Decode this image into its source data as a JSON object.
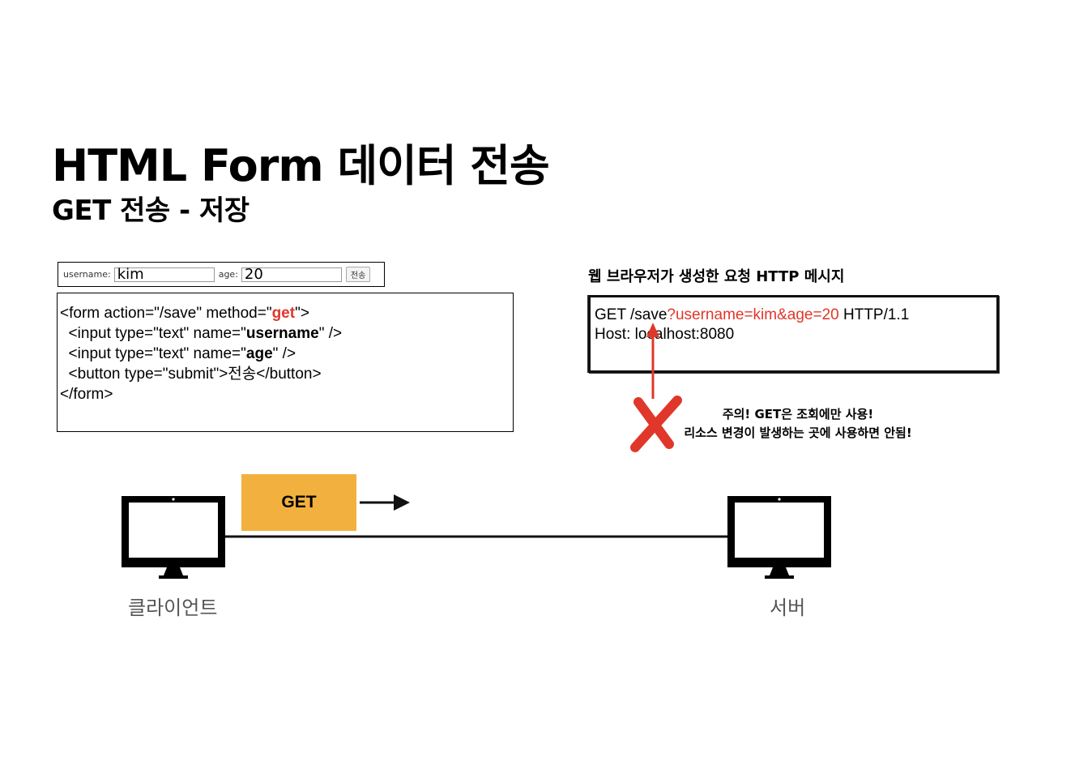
{
  "header": {
    "title": "HTML Form 데이터 전송",
    "subtitle": "GET 전송 - 저장"
  },
  "form_preview": {
    "username_label": "username:",
    "username_value": "kim",
    "age_label": "age:",
    "age_value": "20",
    "submit_label": "전송"
  },
  "code": {
    "l1_a": "<form action=\"/save\" method=\"",
    "l1_b": "get",
    "l1_c": "\">",
    "l2_a": "  <input type=\"text\" name=\"",
    "l2_b": "username",
    "l2_c": "\" />",
    "l3_a": "  <input type=\"text\" name=\"",
    "l3_b": "age",
    "l3_c": "\" />",
    "l4": "  <button type=\"submit\">전송</button>",
    "l5": "</form>"
  },
  "http_message": {
    "title": "웹 브라우저가 생성한 요청 HTTP 메시지",
    "line1_a": "GET /save",
    "line1_b": "?username=kim&age=20",
    "line1_c": " HTTP/1.1",
    "line2": "Host: localhost:8080"
  },
  "warning": {
    "line1": "주의! GET은 조회에만 사용!",
    "line2": "리소스 변경이 발생하는 곳에 사용하면 안됨!"
  },
  "flow": {
    "get_label": "GET",
    "client_label": "클라이언트",
    "server_label": "서버"
  },
  "colors": {
    "accent_red": "#e0372a",
    "get_box": "#f2b13f"
  }
}
